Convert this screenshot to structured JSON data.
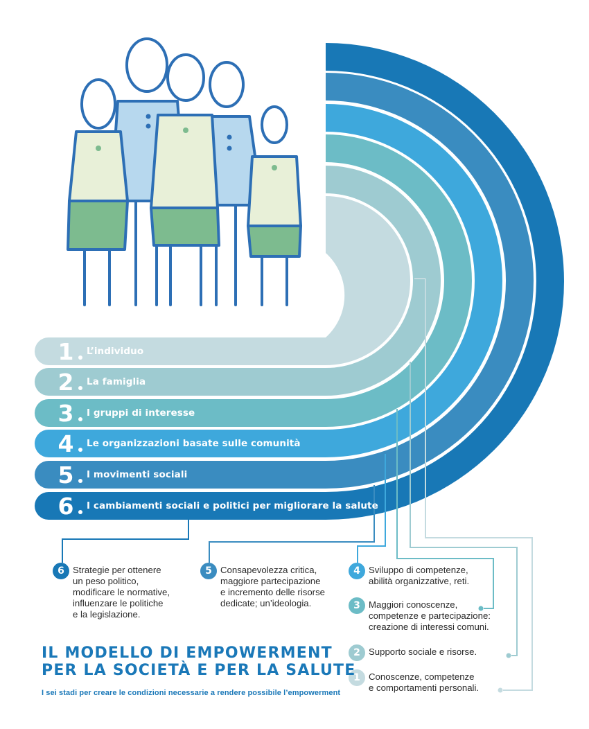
{
  "stages": [
    {
      "num": "1",
      "label": "L’individuo",
      "color": "#c4dbe0"
    },
    {
      "num": "2",
      "label": "La famiglia",
      "color": "#9ecbd1"
    },
    {
      "num": "3",
      "label": "I gruppi di interesse",
      "color": "#6cbcc6"
    },
    {
      "num": "4",
      "label": "Le organizzazioni basate sulle comunità",
      "color": "#3ea8dc"
    },
    {
      "num": "5",
      "label": "I movimenti sociali",
      "color": "#3a8cc0"
    },
    {
      "num": "6",
      "label": "I cambiamenti sociali e politici per migliorare la salute",
      "color": "#1878b6"
    }
  ],
  "notes": [
    {
      "num": "6",
      "text": "Strategie per ottenere\nun peso politico,\nmodificare le normative,\ninfluenzare le politiche\ne la legislazione."
    },
    {
      "num": "5",
      "text": "Consapevolezza critica,\nmaggiore partecipazione\ne incremento delle risorse\ndedicate; un’ideologia."
    },
    {
      "num": "4",
      "text": "Sviluppo di competenze,\nabilità organizzative, reti."
    },
    {
      "num": "3",
      "text": "Maggiori conoscenze,\ncompetenze e partecipazione:\ncreazione di interessi comuni."
    },
    {
      "num": "2",
      "text": "Supporto sociale e risorse."
    },
    {
      "num": "1",
      "text": "Conoscenze, competenze\ne comportamenti personali."
    }
  ],
  "title_line1": "IL MODELLO DI EMPOWERMENT",
  "title_line2": "PER LA SOCIETÀ E PER LA SALUTE",
  "subtitle": "I sei stadi per creare le condizioni necessarie a rendere possibile l’empowerment",
  "colors": {
    "outline": "#2d6fb5",
    "shirt_light": "#e8f0d8",
    "shirt_blue": "#b7d8ee",
    "skirt": "#7dbb8f",
    "title": "#1a78b8"
  },
  "icons": [
    "people-group-icon"
  ]
}
